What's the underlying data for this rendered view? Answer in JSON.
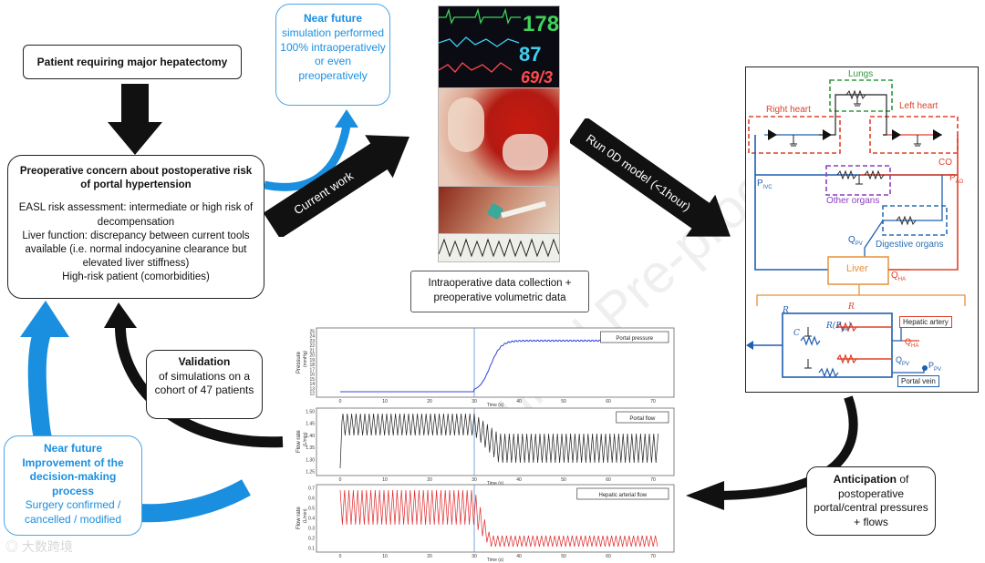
{
  "boxes": {
    "patient": "Patient requiring major hepatectomy",
    "concern_title": "Preoperative concern about postoperative risk of portal hypertension",
    "concern_lines": [
      "EASL risk assessment: intermediate or high risk of decompensation",
      "Liver function: discrepancy between current tools available (i.e. normal indocyanine clearance but elevated liver stiffness)",
      "High-risk patient (comorbidities)"
    ],
    "near_future_top_title": "Near future",
    "near_future_top_text": "simulation performed 100% intraoperatively or even preoperatively",
    "intraop": "Intraoperative data collection + preoperative volumetric data",
    "validation_title": "Validation",
    "validation_text": "of simulations on a cohort of 47 patients",
    "near_future_bottom_title": "Near future",
    "near_future_bottom_subtitle": "Improvement of the decision-making process",
    "near_future_bottom_text": "Surgery confirmed / cancelled / modified",
    "anticipation_title": "Anticipation",
    "anticipation_text": "of postoperative portal/central pressures + flows"
  },
  "arrows": {
    "current_work": "Current work",
    "run_model": "Run 0D model (<1hour)"
  },
  "monitor": {
    "v1": "178",
    "v2": "87",
    "v3": "69/3"
  },
  "model": {
    "lungs": "Lungs",
    "right_heart": "Right heart",
    "left_heart": "Left heart",
    "co": "CO",
    "pivc": "P",
    "pivc_sub": "IVC",
    "pao": "P",
    "pao_sub": "AO",
    "other_organs": "Other organs",
    "digestive_organs": "Digestive organs",
    "qpv": "Q",
    "qpv_sub": "PV",
    "liver": "Liver",
    "qha": "Q",
    "qha_sub": "HA",
    "hepatic_artery": "Hepatic artery",
    "portal_vein": "Portal vein",
    "qha2": "Q",
    "qha2_sub": "HA",
    "qpv2": "Q",
    "qpv2_sub": "PV",
    "ppv": "P",
    "ppv_sub": "PV",
    "rl": "R",
    "cl": "C",
    "rha": "R",
    "rpv": "R",
    "rpv_arg": "(P",
    "rpv_arg_sub": "pv",
    "rpv_arg_close": ")"
  },
  "plots": {
    "xlabel": "Time (s)",
    "plot1_label": "Portal pressure",
    "plot1_ylabel": "Pressure",
    "plot1_yunit": "(mmHg)",
    "plot2_label": "Portal flow",
    "plot2_ylabel": "Flow rate",
    "plot2_yunit": "(L/min)",
    "plot3_label": "Hepatic arterial flow",
    "plot3_ylabel": "Flow rate",
    "plot3_yunit": "(L/min)",
    "plot1_yticks": [
      "25",
      "24",
      "23",
      "22",
      "21",
      "20",
      "19",
      "18",
      "17",
      "16",
      "15",
      "14",
      "13",
      "12"
    ],
    "plot2_yticks": [
      "1.50",
      "1.45",
      "1.40",
      "1.35",
      "1.30",
      "1.25"
    ],
    "plot3_yticks": [
      "0.7",
      "0.6",
      "0.5",
      "0.4",
      "0.3",
      "0.2",
      "0.1"
    ],
    "xticks": [
      "0",
      "10",
      "20",
      "30",
      "40",
      "50",
      "60",
      "70"
    ],
    "colors": {
      "pressure": "#3344dd",
      "portal_flow": "#222222",
      "arterial_flow": "#e0282a"
    }
  },
  "watermark": "Journal Pre-proof",
  "logo_text": "大数跨境",
  "colors": {
    "accent_blue": "#1a8fe0",
    "lungs": "#2e9a3e",
    "heart": "#e0402a",
    "organs": "#8d3fc0",
    "digestive": "#2a6fb8",
    "liver": "#e8903a"
  }
}
